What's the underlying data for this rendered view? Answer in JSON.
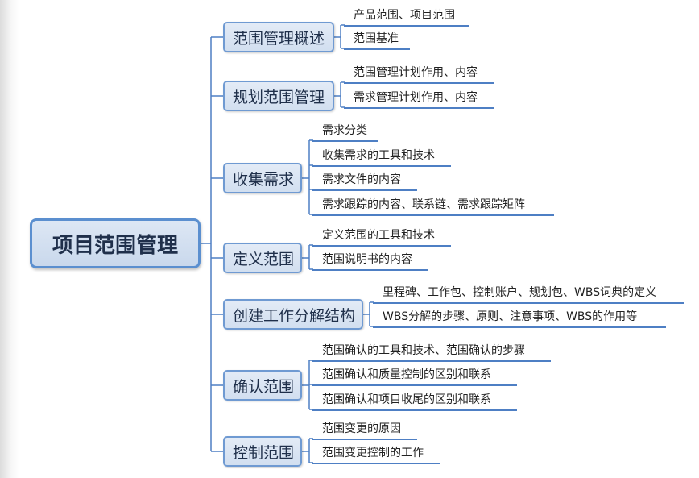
{
  "root": {
    "label": "项目范围管理"
  },
  "branches": [
    {
      "label": "范围管理概述",
      "items": [
        "产品范围、项目范围",
        "范围基准"
      ]
    },
    {
      "label": "规划范围管理",
      "items": [
        "范围管理计划作用、内容",
        "需求管理计划作用、内容"
      ]
    },
    {
      "label": "收集需求",
      "items": [
        "需求分类",
        "收集需求的工具和技术",
        "需求文件的内容",
        "需求跟踪的内容、联系链、需求跟踪矩阵"
      ]
    },
    {
      "label": "定义范围",
      "items": [
        "定义范围的工具和技术",
        "范围说明书的内容"
      ]
    },
    {
      "label": "创建工作分解结构",
      "items": [
        "里程碑、工作包、控制账户、规划包、WBS词典的定义",
        "WBS分解的步骤、原则、注意事项、WBS的作用等"
      ]
    },
    {
      "label": "确认范围",
      "items": [
        "范围确认的工具和技术、范围确认的步骤",
        "范围确认和质量控制的区别和联系",
        "范围确认和项目收尾的区别和联系"
      ]
    },
    {
      "label": "控制范围",
      "items": [
        "范围变更的原因",
        "范围变更控制的工作"
      ]
    }
  ],
  "colors": {
    "line": "#4e7fc4",
    "node_border": "#6f9ad2",
    "root_border": "#5b8fcf"
  }
}
